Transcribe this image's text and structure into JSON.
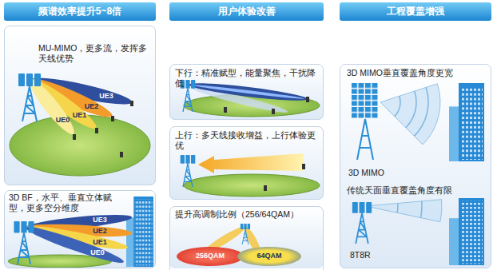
{
  "diagram": {
    "nodes": [
      {
        "text": [
          "频谱效率提升5~8倍"
        ]
      },
      {
        "text": [
          "用户体验改善"
        ]
      },
      {
        "text": [
          "工程覆盖增强"
        ]
      },
      {
        "text": [
          "MU-MIMO，更多流，发挥多天线优势"
        ]
      },
      {
        "text": [
          "3D BF，水平、垂直立体赋型，更多空分维度"
        ]
      },
      {
        "text": [
          "下行：精准赋型，能量聚焦，干扰降低"
        ]
      },
      {
        "text": [
          "上行：多天线接收增益，上行体验更优"
        ]
      },
      {
        "text": [
          "提升高调制比例（256/64QAM）"
        ]
      },
      {
        "text": [
          "256QAM"
        ],
        "in": 7
      },
      {
        "text": [
          "64QAM"
        ],
        "in": 7
      },
      {
        "text": [
          "3D MIMO垂直覆盖角度更宽",
          "3D MIMO",
          "传统天面垂直覆盖角度有限",
          "8T8R"
        ]
      }
    ],
    "labels": [
      "UE3",
      "UE2",
      "UE1",
      "UE0",
      "UE3",
      "UE2",
      "UE1",
      "UE0"
    ]
  }
}
